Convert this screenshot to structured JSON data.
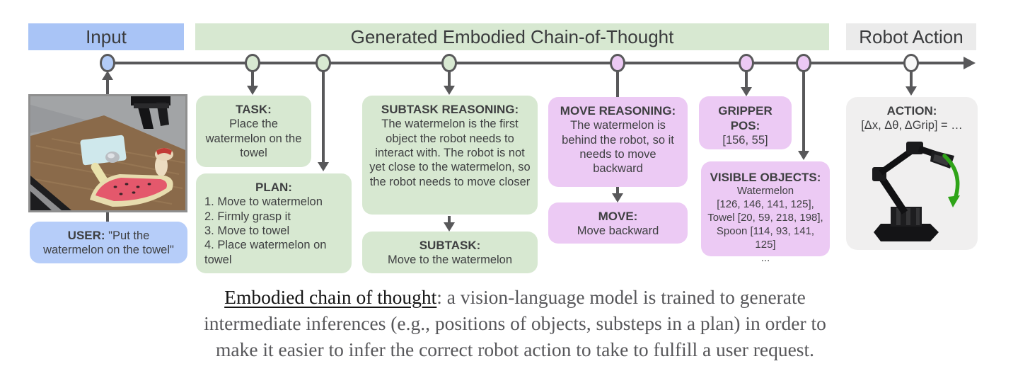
{
  "headers": {
    "input": "Input",
    "generated": "Generated Embodied Chain-of-Thought",
    "robot_action": "Robot Action"
  },
  "input_column": {
    "user_label": "USER:",
    "user_quote": " \"Put the watermelon on the towel\""
  },
  "boxes": {
    "task": {
      "title": "TASK:",
      "body": "Place the watermelon on the towel"
    },
    "plan": {
      "title": "PLAN:",
      "lines": [
        "1. Move to watermelon",
        "2. Firmly grasp it",
        "3. Move to towel",
        "4. Place watermelon on towel"
      ]
    },
    "subtask_reasoning": {
      "title": "SUBTASK REASONING:",
      "body": "The watermelon is the first object the robot needs to interact with. The robot is not yet close to the watermelon, so the robot needs to move closer"
    },
    "subtask": {
      "title": "SUBTASK:",
      "body": "Move to the watermelon"
    },
    "move_reasoning": {
      "title": "MOVE REASONING:",
      "body": "The watermelon is behind the robot, so it needs to move backward"
    },
    "move": {
      "title": "MOVE:",
      "body": "Move backward"
    },
    "gripper_pos": {
      "title": "GRIPPER POS:",
      "body": "[156, 55]"
    },
    "visible_objects": {
      "title": "VISIBLE OBJECTS:",
      "lines": [
        "Watermelon",
        "[126, 146, 141, 125],",
        "Towel [20, 59, 218, 198],",
        "Spoon [114, 93, 141, 125]",
        "..."
      ]
    },
    "action": {
      "title": "ACTION:",
      "body": "[Δx, Δθ, ΔGrip] = …"
    }
  },
  "caption": {
    "lead": "Embodied chain of thought",
    "line1_rest": ": a vision-language model is trained to generate",
    "line2": "intermediate inferences (e.g., positions of objects, substeps in a plan) in order to",
    "line3": "make it easier to infer the correct robot action to take to fulfill a user request."
  },
  "colors": {
    "input_blue": "#a9c4f6",
    "user_blue": "#b6cdf9",
    "cot_green": "#d7e8d1",
    "cot_pink": "#eccaf4",
    "action_gray": "#f0efef",
    "line_gray": "#58585a",
    "text_gray": "#3e3f41",
    "green_arrow": "#2fa418"
  },
  "icons": {
    "timeline_arrow": "right-arrow",
    "input_photo": "robot-table-scene",
    "action_photo": "robot-arm-with-green-rotate-arrow"
  }
}
